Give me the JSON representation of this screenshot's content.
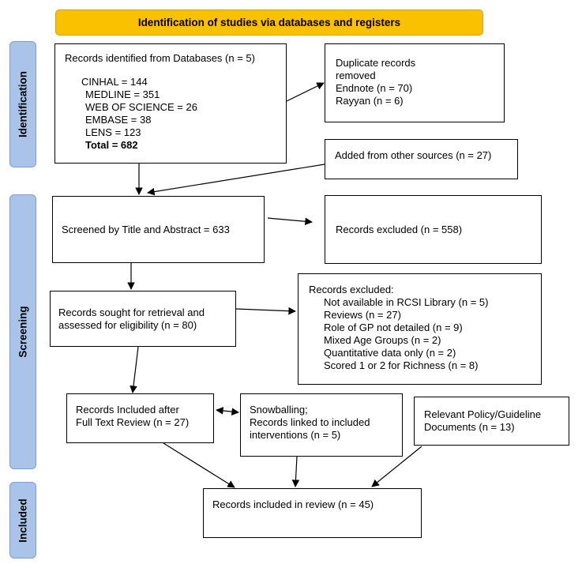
{
  "banner": "Identification of studies via databases and registers",
  "phases": {
    "identification": "Identification",
    "screening": "Screening",
    "included": "Included"
  },
  "records_identified": {
    "title": "Records identified from Databases (n = 5)",
    "databases": [
      "CINHAL = 144",
      "MEDLINE = 351",
      "WEB OF SCIENCE = 26",
      "EMBASE = 38",
      "LENS = 123"
    ],
    "total": "Total = 682"
  },
  "duplicates": {
    "lines": [
      "Duplicate records",
      "removed",
      "Endnote (n = 70)",
      "Rayyan (n = 6)"
    ]
  },
  "added_other": "Added from other sources (n = 27)",
  "screened": "Screened by Title and Abstract = 633",
  "excluded_screen": "Records excluded (n = 558)",
  "sought": {
    "lines": [
      "Records sought for retrieval and",
      "assessed for eligibility (n = 80)"
    ]
  },
  "excluded_full": {
    "title": "Records excluded:",
    "items": [
      "Not available in RCSI Library (n = 5)",
      "Reviews (n = 27)",
      "Role of GP not detailed (n = 9)",
      "Mixed Age Groups (n = 2)",
      "Quantitative data only (n = 2)",
      "Scored 1 or 2 for Richness (n = 8)"
    ]
  },
  "included_full_text": {
    "lines": [
      "Records Included after",
      "Full Text Review (n = 27)"
    ]
  },
  "snowballing": {
    "lines": [
      "Snowballing;",
      "Records linked to included",
      "interventions (n = 5)"
    ]
  },
  "policy_docs": {
    "lines": [
      "Relevant Policy/Guideline",
      "Documents (n = 13)"
    ]
  },
  "final": "Records included in review (n = 45)"
}
